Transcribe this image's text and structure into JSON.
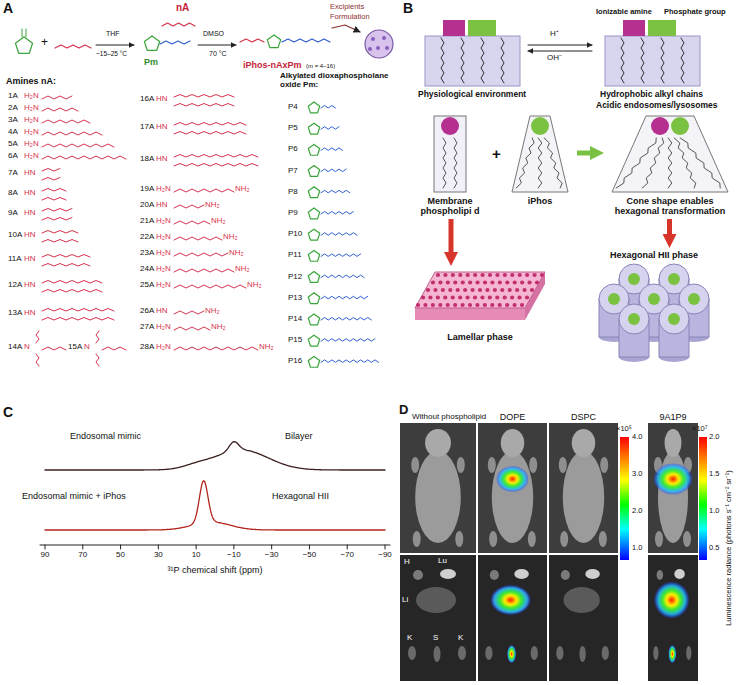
{
  "diagram": {
    "nodes": [
      {
        "text": [
          "Membrane phospholipi d"
        ]
      },
      {
        "text": [
          "iPhos"
        ]
      },
      {
        "text": [
          "Cone shape enables hexagonal transformation"
        ]
      },
      {
        "text": [
          "Lamellar phase"
        ]
      },
      {
        "text": [
          "Hexagonal HII phase"
        ]
      },
      {
        "text": [
          "Without phospholipid"
        ]
      },
      {
        "text": [
          "DOPE"
        ]
      },
      {
        "text": [
          "DSPC"
        ]
      },
      {
        "text": [
          "9A1P9"
        ]
      }
    ],
    "edges": [
      {
        "from": 0,
        "to": 3,
        "arrow": "to"
      },
      {
        "from": 1,
        "to": 2,
        "arrow": "to"
      },
      {
        "from": 2,
        "to": 4,
        "arrow": "to"
      }
    ],
    "labels": [
      "A",
      "+",
      "nA",
      "Pm",
      "THF",
      "~15–25 °C",
      "DMSO",
      "70 °C",
      "iPhos-nAxPm",
      "(m = 4–16)",
      "Excipients",
      "Formulation",
      "Amines nA:",
      "Alkylated dioxaphospholane oxide Pm:",
      "1A",
      "2A",
      "3A",
      "4A",
      "5A",
      "6A",
      "7A",
      "8A",
      "9A",
      "10A",
      "11A",
      "12A",
      "13A",
      "14A",
      "15A",
      "16A",
      "17A",
      "18A",
      "19A",
      "20A",
      "21A",
      "22A",
      "23A",
      "24A",
      "25A",
      "26A",
      "27A",
      "28A",
      "P4",
      "P5",
      "P6",
      "P7",
      "P8",
      "P9",
      "P10",
      "P11",
      "P12",
      "P13",
      "P14",
      "P15",
      "P16",
      "H₂N",
      "H₂N",
      "H₂N",
      "H₂N",
      "H₂N",
      "H₂N",
      "HN",
      "HN",
      "HN",
      "HN",
      "HN",
      "HN",
      "HN",
      "N",
      "N",
      "HN",
      "HN",
      "HN",
      "H₂N",
      "HN",
      "H₂N",
      "H₂N",
      "H₂N",
      "H₂N",
      "H₂N",
      "HN",
      "H₂N",
      "H₂N",
      "NH₂",
      "NH₂",
      "NH₂",
      "NH₂",
      "NH₂",
      "NH₂",
      "NH₂",
      "NH₂",
      "NH₂",
      "NH₂",
      "B",
      "Ionizable amine",
      "Phosphate group",
      "H⁺",
      "OH⁻",
      "Physiological environment",
      "Hydrophobic alkyl chains",
      "Acidic endosomes/lysosomes",
      "+",
      "C",
      "Endosomal mimic",
      "Bilayer",
      "Endosomal mimic + iPhos",
      "Hexagonal HII",
      "90",
      "70",
      "50",
      "30",
      "10",
      "−10",
      "−30",
      "−50",
      "−70",
      "−90",
      "³¹P chemical shift (ppm)",
      "D",
      "×10⁵",
      "4.0",
      "3.0",
      "2.0",
      "1.0",
      "×10⁷",
      "2.0",
      "1.5",
      "1.0",
      "0.5",
      "Luminescence radiance (photons s⁻¹ cm⁻² sr⁻¹)",
      "H",
      "Lu",
      "Li",
      "K",
      "S",
      "K"
    ]
  }
}
